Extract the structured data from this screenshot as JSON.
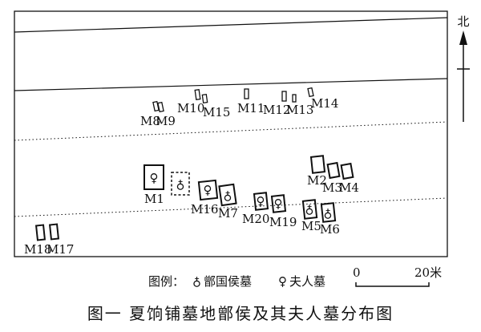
{
  "north_label": "北",
  "legend": {
    "title": "图例：",
    "marquis_symbol": "♁",
    "marquis_label": "鄫国侯墓",
    "wife_symbol": "♀",
    "wife_label": "夫人墓"
  },
  "scale": {
    "start": "0",
    "end": "20米"
  },
  "caption": "图一 夏饷铺墓地鄫侯及其夫人墓分布图",
  "tombs": {
    "M1": {
      "label": "M1",
      "type": "wife"
    },
    "M2": {
      "label": "M2"
    },
    "M3": {
      "label": "M3"
    },
    "M4": {
      "label": "M4"
    },
    "M5": {
      "label": "M5",
      "type": "marquis"
    },
    "M6": {
      "label": "M6",
      "type": "marquis"
    },
    "M7": {
      "label": "M7",
      "type": "marquis"
    },
    "M8": {
      "label": "M8"
    },
    "M9": {
      "label": "M9"
    },
    "M10": {
      "label": "M10"
    },
    "M11": {
      "label": "M11"
    },
    "M12": {
      "label": "M12"
    },
    "M13": {
      "label": "M13"
    },
    "M14": {
      "label": "M14"
    },
    "M15": {
      "label": "M15"
    },
    "M16": {
      "label": "M16",
      "type": "wife"
    },
    "M17": {
      "label": "M17"
    },
    "M18": {
      "label": "M18"
    },
    "M19": {
      "label": "M19",
      "type": "wife"
    },
    "M20": {
      "label": "M20",
      "type": "wife"
    },
    "unnumbered": {
      "type": "marquis"
    }
  }
}
